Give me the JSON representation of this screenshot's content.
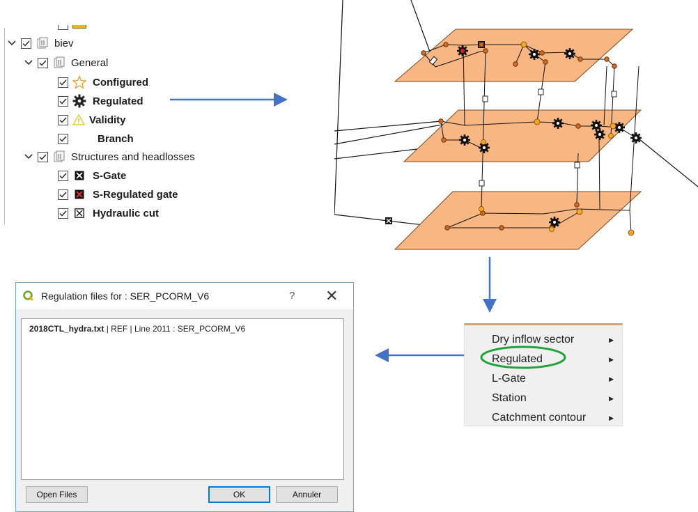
{
  "layer_tree": {
    "items": [
      {
        "label": "biev",
        "bold": false
      },
      {
        "label": "General",
        "bold": false
      },
      {
        "label": "Configured",
        "bold": true
      },
      {
        "label": "Regulated",
        "bold": true
      },
      {
        "label": "Validity",
        "bold": true
      },
      {
        "label": "Branch",
        "bold": true
      },
      {
        "label": "Structures and headlosses",
        "bold": false
      },
      {
        "label": "S-Gate",
        "bold": true
      },
      {
        "label": "S-Regulated gate",
        "bold": true
      },
      {
        "label": "Hydraulic cut",
        "bold": true
      }
    ]
  },
  "context_menu": {
    "items": [
      {
        "label": "Dry inflow sector",
        "has_submenu": true
      },
      {
        "label": "Regulated",
        "has_submenu": true,
        "highlighted": true
      },
      {
        "label": "L-Gate",
        "has_submenu": true
      },
      {
        "label": "Station",
        "has_submenu": true
      },
      {
        "label": "Catchment contour",
        "has_submenu": true
      }
    ],
    "highlight_color": "#1fa33a"
  },
  "dialog": {
    "title": "Regulation files for : SER_PCORM_V6",
    "help_label": "?",
    "close_label": "✕",
    "file_name": "2018CTL_hydra.txt",
    "file_detail": " | REF | Line 2011 : SER_PCORM_V6",
    "buttons": {
      "open_files": "Open Files",
      "ok": "OK",
      "cancel": "Annuler"
    }
  },
  "colors": {
    "arrow": "#4472c4",
    "plane_fill": "#f7b682",
    "node_orange": "#f5a623",
    "node_dark": "#d2691e",
    "dialog_border": "#6fa6d6"
  }
}
